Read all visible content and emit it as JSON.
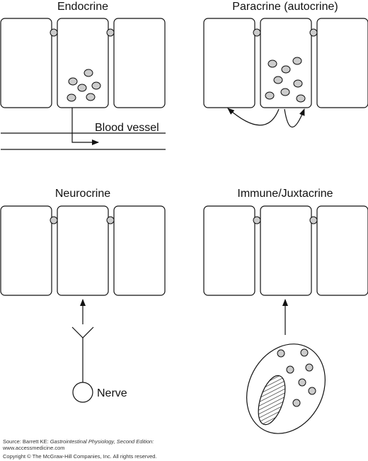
{
  "panels": {
    "endocrine": {
      "title": "Endocrine",
      "label": "Blood vessel"
    },
    "paracrine": {
      "title": "Paracrine (autocrine)"
    },
    "neurocrine": {
      "title": "Neurocrine",
      "label": "Nerve"
    },
    "immune": {
      "title": "Immune/Juxtacrine"
    }
  },
  "footer": {
    "source_prefix": "Source: Barrett KE: ",
    "source_title": "Gastrointestinal Physiology, Second Edition:",
    "site": "www.accessmedicine.com",
    "copyright": "Copyright © The McGraw-Hill Companies, Inc. All rights reserved."
  },
  "colors": {
    "stroke": "#111111",
    "granule_fill": "#cccccc",
    "background": "#ffffff"
  }
}
